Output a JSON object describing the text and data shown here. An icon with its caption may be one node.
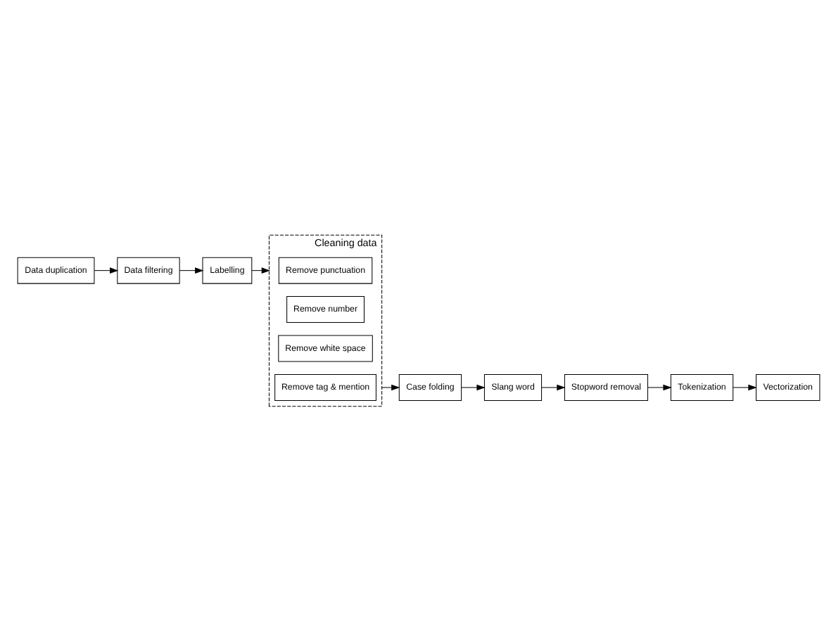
{
  "diagram": {
    "nodes": [
      {
        "text": [
          "Data duplication"
        ]
      },
      {
        "text": [
          "Data filtering"
        ]
      },
      {
        "text": [
          "Labelling"
        ]
      },
      {
        "text": [
          "Cleaning data"
        ]
      },
      {
        "text": [
          "Remove punctuation"
        ],
        "in": 3
      },
      {
        "text": [
          "Remove number"
        ],
        "in": 3
      },
      {
        "text": [
          "Remove white space"
        ],
        "in": 3
      },
      {
        "text": [
          "Remove tag & mention"
        ],
        "in": 3
      },
      {
        "text": [
          "Case folding"
        ]
      },
      {
        "text": [
          "Slang word"
        ]
      },
      {
        "text": [
          "Stopword removal"
        ]
      },
      {
        "text": [
          "Tokenization"
        ]
      },
      {
        "text": [
          "Vectorization"
        ]
      }
    ],
    "edges": [
      {
        "from": 0,
        "to": 1,
        "arrow": "to"
      },
      {
        "from": 1,
        "to": 2,
        "arrow": "to"
      },
      {
        "from": 2,
        "to": 3,
        "arrow": "to"
      },
      {
        "from": 3,
        "to": 8,
        "arrow": "to"
      },
      {
        "from": 8,
        "to": 9,
        "arrow": "to"
      },
      {
        "from": 9,
        "to": 10,
        "arrow": "to"
      },
      {
        "from": 10,
        "to": 11,
        "arrow": "to"
      },
      {
        "from": 11,
        "to": 12,
        "arrow": "to"
      }
    ]
  }
}
